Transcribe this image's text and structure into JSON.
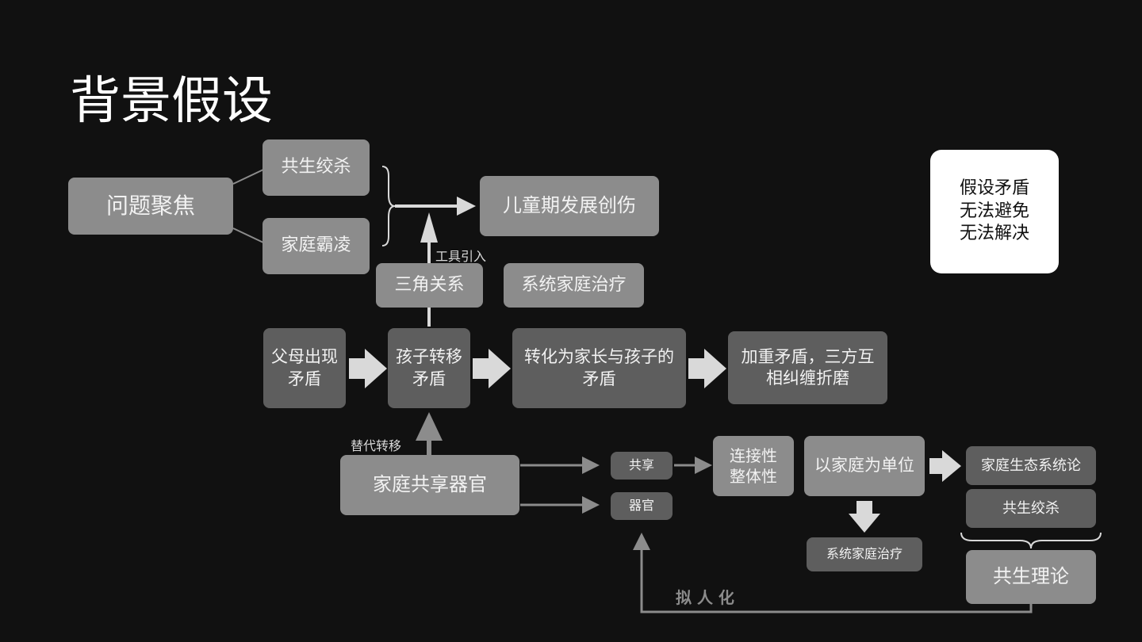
{
  "title": "背景假设",
  "nodes": {
    "problem_focus": "问题聚焦",
    "symbiotic_strangle_top": "共生绞杀",
    "family_bullying": "家庭霸凌",
    "childhood_trauma": "儿童期发展创伤",
    "triangle_relation": "三角关系",
    "systemic_family_therapy_top": "系统家庭治疗",
    "parents_conflict": [
      "父母出现",
      "矛盾"
    ],
    "child_transfer": [
      "孩子转移",
      "矛盾"
    ],
    "convert_conflict": [
      "转化为家长与孩子的",
      "矛盾"
    ],
    "aggravate": [
      "加重矛盾，三方互",
      "相纠缠折磨"
    ],
    "assumption": [
      "假设矛盾",
      "无法避免",
      "无法解决"
    ],
    "family_shared_organ": "家庭共享器官",
    "shared": "共享",
    "organ": "器官",
    "connectivity": [
      "连接性",
      "整体性"
    ],
    "family_unit": "以家庭为单位",
    "systemic_family_therapy_bottom": "系统家庭治疗",
    "family_ecosystem": "家庭生态系统论",
    "symbiotic_strangle_bottom": "共生绞杀",
    "symbiosis_theory": "共生理论"
  },
  "labels": {
    "tool_intro": "工具引入",
    "substitute_transfer": "替代转移",
    "personification": "拟 人 化"
  }
}
